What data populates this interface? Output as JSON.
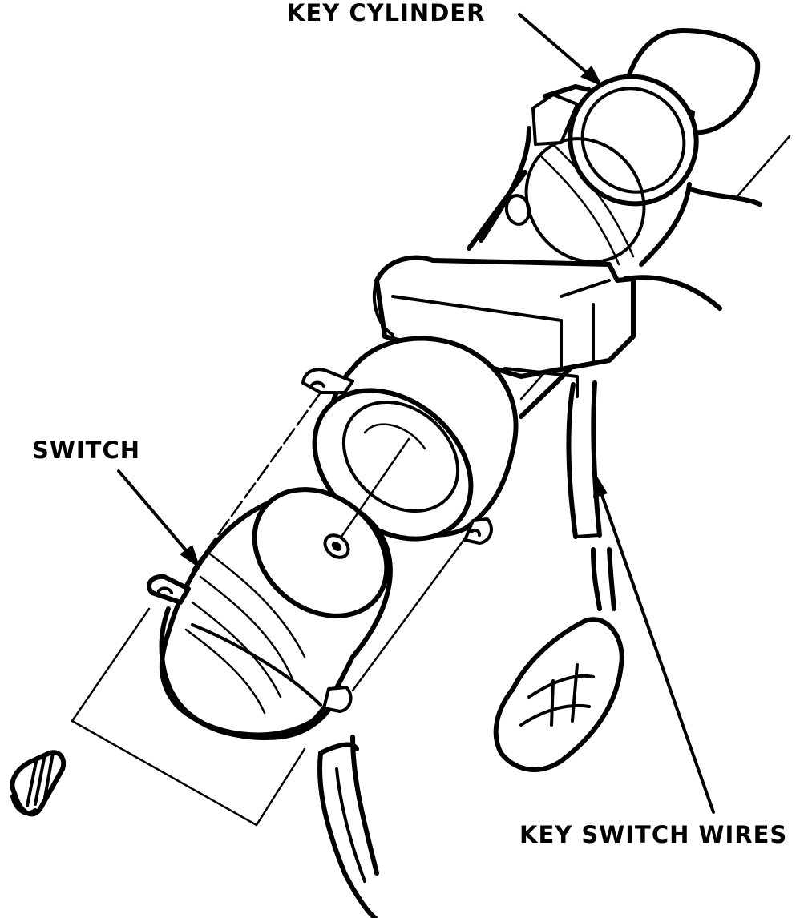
{
  "diagram": {
    "labels": {
      "key_cylinder": "KEY CYLINDER",
      "switch": "SWITCH",
      "key_switch_wires": "KEY SWITCH WIRES"
    }
  }
}
